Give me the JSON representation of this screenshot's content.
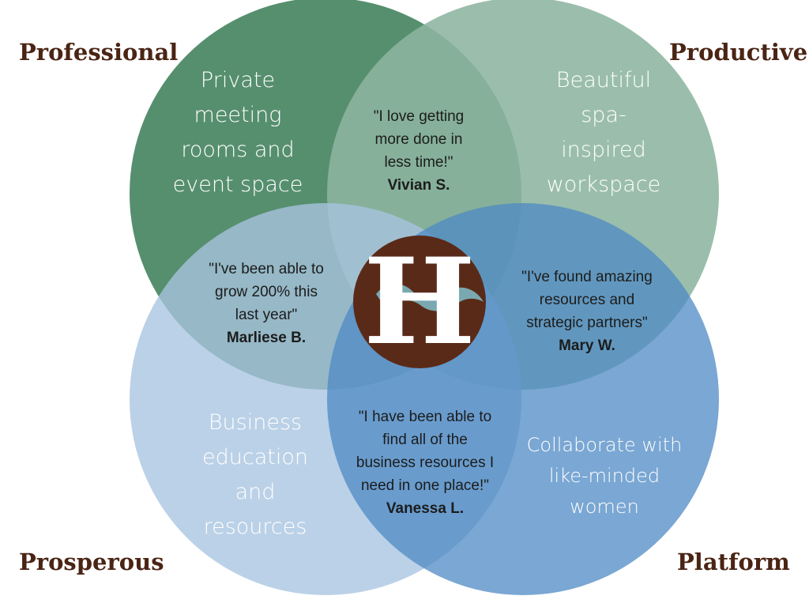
{
  "colors": {
    "professional": "#3f7f5a",
    "productive": "#8db5a0",
    "prosperous": "#a8c4e0",
    "platform": "#4d8ac4",
    "corner_text": "#4a2414",
    "logo_bg": "#5a2a18",
    "logo_swash": "#7aa8b0"
  },
  "corners": {
    "professional": "Professional",
    "productive": "Productive",
    "prosperous": "Prosperous",
    "platform": "Platform"
  },
  "features": {
    "professional": [
      "Private",
      "meeting",
      "rooms and",
      "event space"
    ],
    "productive": [
      "Beautiful",
      "spa-",
      "inspired",
      "workspace"
    ],
    "prosperous": [
      "Business",
      "education",
      "and",
      "resources"
    ],
    "platform": [
      "Collaborate with",
      "like-minded",
      "women"
    ]
  },
  "testimonials": {
    "top": {
      "lines": [
        "\"I love getting",
        "more done in",
        "less time!\""
      ],
      "author": "Vivian S."
    },
    "left": {
      "lines": [
        "\"I've been able to",
        "grow 200% this",
        "last year\""
      ],
      "author": "Marliese B."
    },
    "right": {
      "lines": [
        "\"I've found amazing",
        "resources and",
        "strategic partners\""
      ],
      "author": "Mary W."
    },
    "bottom": {
      "lines": [
        "\"I have been able to",
        "find all of the",
        "business resources I",
        "need in one place!\""
      ],
      "author": "Vanessa L."
    }
  },
  "logo": {
    "letter": "H",
    "icon": "h-monogram-logo-icon"
  }
}
